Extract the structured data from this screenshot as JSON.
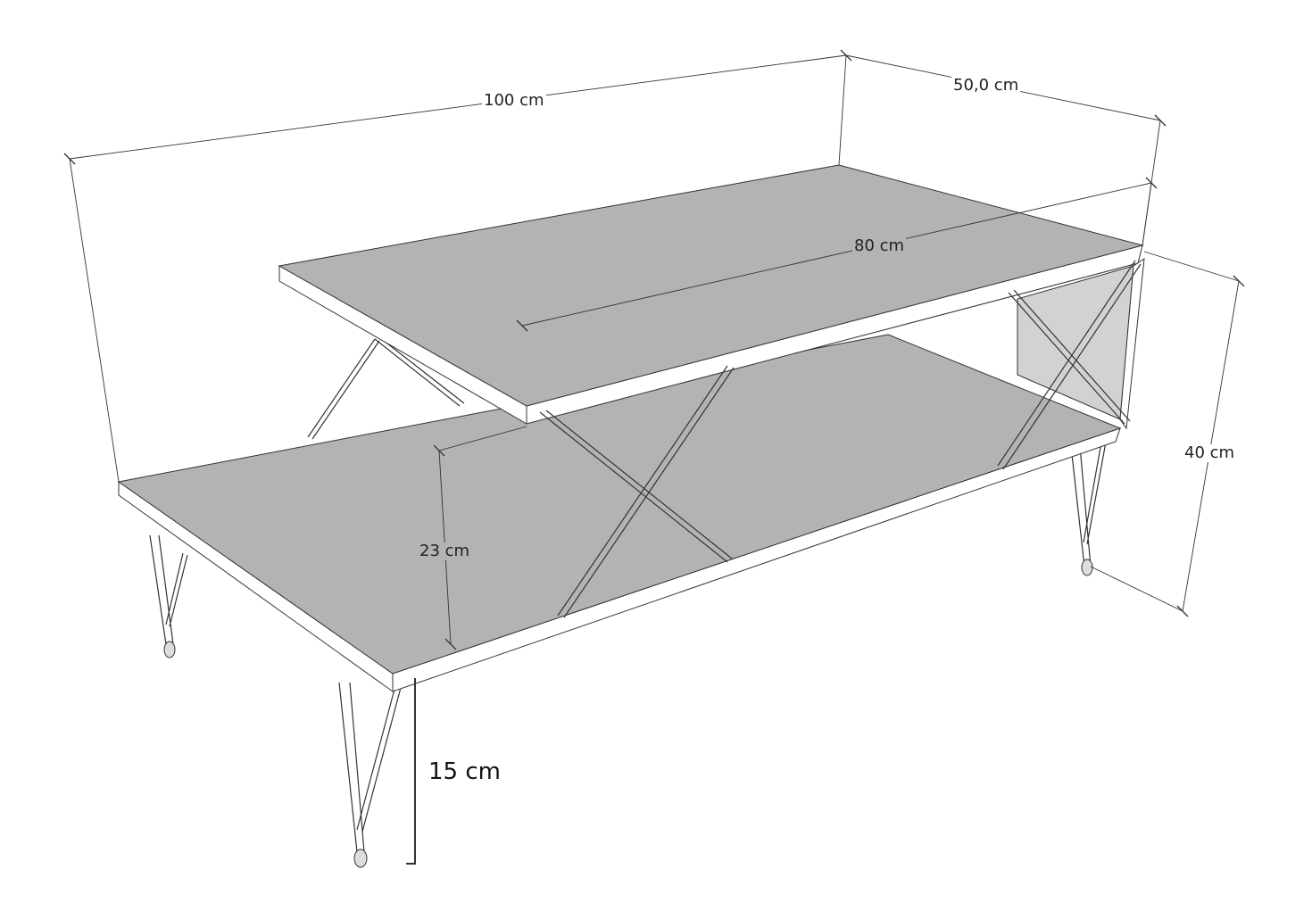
{
  "title": "Coffee table dimension drawing",
  "dimensions": {
    "width": "100 cm",
    "depth": "50,0 cm",
    "top_length": "80 cm",
    "height": "40 cm",
    "shelf_gap": "23 cm",
    "leg_height": "15 cm"
  },
  "colors": {
    "surface": "#b3b3b3",
    "panel": "#d2d2d2",
    "edge": "#ffffff",
    "line": "#333333"
  }
}
